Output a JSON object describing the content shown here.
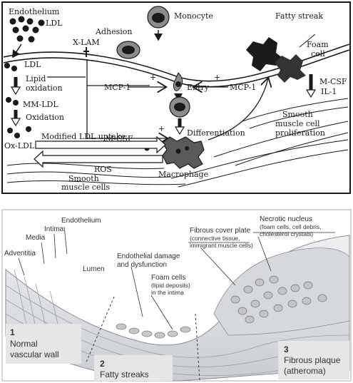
{
  "panel1": {
    "labels": {
      "endothelium": "Endothelium",
      "ldl_top": "LDL",
      "monocyte": "Monocyte",
      "fatty_streak": "Fatty streak",
      "adhesion": "Adhesion",
      "xlam": "X-LAM",
      "foam_cell_1": "Foam",
      "foam_cell_2": "cell",
      "ldl_left": "LDL",
      "lipid_1": "Lipid",
      "lipid_2": "oxidation",
      "mcp1_left": "MCP-1",
      "plus_left": "+",
      "entry": "Entry",
      "plus_right": "+",
      "mcp1_right": "MCP-1",
      "mmldl": "MM-LDL",
      "oxidation": "Oxidation",
      "mcsf_right": "M-CSF",
      "il1": "IL-1",
      "mcsf_left": "M-CSF",
      "plus_diff": "+",
      "differentiation": "Differentiation",
      "modified_ldl_uptake": "Modified LDL uptake",
      "oxldl": "Ox-LDL",
      "ros": "ROS",
      "smooth_muscle_1": "Smooth",
      "smooth_muscle_2": "muscle cells",
      "macrophage": "Macrophage",
      "smc_prolif_1": "Smooth",
      "smc_prolif_2": "muscle cell",
      "smc_prolif_3": "proliferation"
    }
  },
  "panel2": {
    "labels": {
      "adventitia": "Adventitia",
      "media": "Media",
      "intima": "Intima",
      "endothelium": "Endothelium",
      "lumen": "Lumen",
      "endothelial_damage_1": "Endothelial damage",
      "endothelial_damage_2": "and dysfunction",
      "foam_cells_1": "Foam cells",
      "foam_cells_2": "(lipid deposits)",
      "foam_cells_3": "in the intima",
      "fibrous_cover_1": "Fibrous cover plate",
      "fibrous_cover_2": "(connective tissue,",
      "fibrous_cover_3": "immigrant muscle cells)",
      "necrotic_1": "Necrotic nucleus",
      "necrotic_2": "(foam cells, cell debris,",
      "necrotic_3": "cholesterol crystals)"
    },
    "stages": [
      {
        "number": "1",
        "line1": "Normal",
        "line2": "vascular wall"
      },
      {
        "number": "2",
        "line1": "Fatty streaks",
        "line2": ""
      },
      {
        "number": "3",
        "line1": "Fibrous plaque",
        "line2": "(atheroma)"
      }
    ]
  },
  "colors": {
    "ink": "#1a1a1a",
    "label_box": "#e6e6e6",
    "tissue": "#d9dcdf",
    "cell_fill": "#c7c7c7"
  }
}
